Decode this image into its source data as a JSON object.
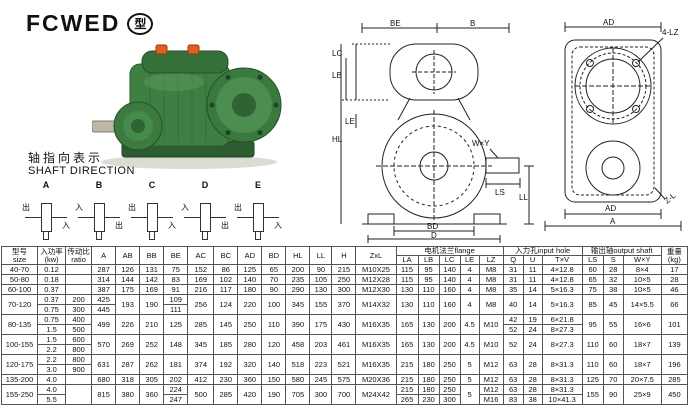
{
  "title": {
    "model": "FCWED",
    "badge": "型"
  },
  "colors": {
    "gearbox_green": "#3f7f43",
    "plug_orange": "#df5f1e",
    "line": "#222222"
  },
  "shaft_direction": {
    "zh": "轴指向表示",
    "en": "SHAFT DIRECTION"
  },
  "direction_tiles": [
    {
      "label": "A",
      "left": "出",
      "right": "入"
    },
    {
      "label": "B",
      "left": "入",
      "right": "出"
    },
    {
      "label": "C",
      "left": "出",
      "right": "入"
    },
    {
      "label": "D",
      "left": "入",
      "right": "出"
    },
    {
      "label": "E",
      "left": "出",
      "right": "入"
    }
  ],
  "drawings": {
    "front": {
      "be": "BE",
      "b": "B",
      "lc": "LC",
      "lb": "LB",
      "le": "LE",
      "hl": "HL",
      "wxy": "W×Y",
      "ls": "LS",
      "ll": "LL",
      "bd": "BD",
      "d": "D"
    },
    "side": {
      "ad_top": "AD",
      "lz": "4-LZ",
      "ad_bottom": "AD",
      "a": "A",
      "zl": "Z-L"
    }
  },
  "table": {
    "col_keys": [
      "size",
      "kw",
      "ratio",
      "A",
      "AB",
      "BB",
      "BE",
      "AC",
      "BC",
      "AD",
      "BD",
      "HL",
      "LL",
      "H",
      "ZxL",
      "LA",
      "LB",
      "LC",
      "LE",
      "LZ",
      "Q",
      "U",
      "TxV",
      "LS",
      "S",
      "WxY",
      "kg"
    ],
    "header_row1": [
      {
        "t": [
          "型号",
          "size"
        ],
        "rs": 2
      },
      {
        "t": [
          "入功率",
          "(kw)"
        ],
        "rs": 2
      },
      {
        "t": [
          "传动比",
          "ratio"
        ],
        "rs": 2
      },
      {
        "t": [
          "A"
        ],
        "rs": 2
      },
      {
        "t": [
          "AB"
        ],
        "rs": 2
      },
      {
        "t": [
          "BB"
        ],
        "rs": 2
      },
      {
        "t": [
          "BE"
        ],
        "rs": 2
      },
      {
        "t": [
          "AC"
        ],
        "rs": 2
      },
      {
        "t": [
          "BC"
        ],
        "rs": 2
      },
      {
        "t": [
          "AD"
        ],
        "rs": 2
      },
      {
        "t": [
          "BD"
        ],
        "rs": 2
      },
      {
        "t": [
          "HL"
        ],
        "rs": 2
      },
      {
        "t": [
          "LL"
        ],
        "rs": 2
      },
      {
        "t": [
          "H"
        ],
        "rs": 2
      },
      {
        "t": [
          "ZxL"
        ],
        "rs": 2
      },
      {
        "t": [
          "电机法兰flange"
        ],
        "cs": 5
      },
      {
        "t": [
          "入力孔input hole"
        ],
        "cs": 3
      },
      {
        "t": [
          "输出轴output shaft"
        ],
        "cs": 3
      },
      {
        "t": [
          "重量",
          "(kg)"
        ],
        "rs": 2
      }
    ],
    "header_row2": [
      "LA",
      "LB",
      "LC",
      "LE",
      "LZ",
      "Q",
      "U",
      "T×V",
      "LS",
      "S",
      "W×Y"
    ],
    "rows": [
      {
        "size": [
          "40-70"
        ],
        "kw": [
          "0.12"
        ],
        "ratio": [
          ""
        ],
        "A": [
          "287"
        ],
        "AB": [
          "126"
        ],
        "BB": [
          "131"
        ],
        "BE": [
          "75"
        ],
        "AC": [
          "152"
        ],
        "BC": [
          "86"
        ],
        "AD": [
          "125"
        ],
        "BD": [
          "65"
        ],
        "HL": [
          "200"
        ],
        "LL": [
          "90"
        ],
        "H": [
          "215"
        ],
        "ZxL": [
          "M10X25"
        ],
        "LA": [
          "115"
        ],
        "LB": [
          "95"
        ],
        "LC": [
          "140"
        ],
        "LE": [
          "4"
        ],
        "LZ": [
          "M8"
        ],
        "Q": [
          "31"
        ],
        "U": [
          "11"
        ],
        "TxV": [
          "4×12.8"
        ],
        "LS": [
          "60"
        ],
        "S": [
          "28"
        ],
        "WxY": [
          "8×4"
        ],
        "kg": [
          "17"
        ]
      },
      {
        "size": [
          "50-80"
        ],
        "kw": [
          "0.18"
        ],
        "ratio": [
          ""
        ],
        "A": [
          "314"
        ],
        "AB": [
          "144"
        ],
        "BB": [
          "142"
        ],
        "BE": [
          "83"
        ],
        "AC": [
          "169"
        ],
        "BC": [
          "102"
        ],
        "AD": [
          "140"
        ],
        "BD": [
          "70"
        ],
        "HL": [
          "235"
        ],
        "LL": [
          "105"
        ],
        "H": [
          "250"
        ],
        "ZxL": [
          "M12X28"
        ],
        "LA": [
          "115"
        ],
        "LB": [
          "95"
        ],
        "LC": [
          "140"
        ],
        "LE": [
          "4"
        ],
        "LZ": [
          "M8"
        ],
        "Q": [
          "31"
        ],
        "U": [
          "11"
        ],
        "TxV": [
          "4×12.8"
        ],
        "LS": [
          "65"
        ],
        "S": [
          "32"
        ],
        "WxY": [
          "10×5"
        ],
        "kg": [
          "28"
        ]
      },
      {
        "size": [
          "60-100"
        ],
        "kw": [
          "0.37"
        ],
        "ratio": [
          ""
        ],
        "A": [
          "387"
        ],
        "AB": [
          "175"
        ],
        "BB": [
          "169"
        ],
        "BE": [
          "91"
        ],
        "AC": [
          "216"
        ],
        "BC": [
          "117"
        ],
        "AD": [
          "180"
        ],
        "BD": [
          "90"
        ],
        "HL": [
          "290"
        ],
        "LL": [
          "130"
        ],
        "H": [
          "300"
        ],
        "ZxL": [
          "M12X30"
        ],
        "LA": [
          "130"
        ],
        "LB": [
          "110"
        ],
        "LC": [
          "160"
        ],
        "LE": [
          "4"
        ],
        "LZ": [
          "M8"
        ],
        "Q": [
          "35"
        ],
        "U": [
          "14"
        ],
        "TxV": [
          "5×16.3"
        ],
        "LS": [
          "75"
        ],
        "S": [
          "38"
        ],
        "WxY": [
          "10×5"
        ],
        "kg": [
          "46"
        ]
      },
      {
        "size": [
          "70-120"
        ],
        "kw": [
          "0.37",
          "0.75"
        ],
        "ratio": [
          "200",
          "300"
        ],
        "A": [
          "425",
          "445"
        ],
        "AB": [
          "193"
        ],
        "BB": [
          "190"
        ],
        "BE": [
          "109",
          "111"
        ],
        "AC": [
          "256"
        ],
        "BC": [
          "124"
        ],
        "AD": [
          "220"
        ],
        "BD": [
          "100"
        ],
        "HL": [
          "345"
        ],
        "LL": [
          "155"
        ],
        "H": [
          "370"
        ],
        "ZxL": [
          "M14X32"
        ],
        "LA": [
          "130"
        ],
        "LB": [
          "110"
        ],
        "LC": [
          "160"
        ],
        "LE": [
          "4"
        ],
        "LZ": [
          "M8"
        ],
        "Q": [
          "40"
        ],
        "U": [
          "14"
        ],
        "TxV": [
          "5×16.3"
        ],
        "LS": [
          "85"
        ],
        "S": [
          "45"
        ],
        "WxY": [
          "14×5.5"
        ],
        "kg": [
          "66"
        ]
      },
      {
        "size": [
          "80-135"
        ],
        "kw": [
          "0.75",
          "1.5"
        ],
        "ratio": [
          "400",
          "500"
        ],
        "A": [
          "499"
        ],
        "AB": [
          "226"
        ],
        "BB": [
          "210"
        ],
        "BE": [
          "125"
        ],
        "AC": [
          "285"
        ],
        "BC": [
          "145"
        ],
        "AD": [
          "250"
        ],
        "BD": [
          "110"
        ],
        "HL": [
          "390"
        ],
        "LL": [
          "175"
        ],
        "H": [
          "430"
        ],
        "ZxL": [
          "M16X35"
        ],
        "LA": [
          "165"
        ],
        "LB": [
          "130"
        ],
        "LC": [
          "200"
        ],
        "LE": [
          "4.5"
        ],
        "LZ": [
          "M10"
        ],
        "Q": [
          "42",
          "52"
        ],
        "U": [
          "19",
          "24"
        ],
        "TxV": [
          "6×21.8",
          "8×27.3"
        ],
        "LS": [
          "95"
        ],
        "S": [
          "55"
        ],
        "WxY": [
          "16×6"
        ],
        "kg": [
          "101"
        ]
      },
      {
        "size": [
          "100-155"
        ],
        "kw": [
          "1.5",
          "2.2"
        ],
        "ratio": [
          "600",
          "800"
        ],
        "A": [
          "570"
        ],
        "AB": [
          "269"
        ],
        "BB": [
          "252"
        ],
        "BE": [
          "148"
        ],
        "AC": [
          "345"
        ],
        "BC": [
          "185"
        ],
        "AD": [
          "280"
        ],
        "BD": [
          "120"
        ],
        "HL": [
          "458"
        ],
        "LL": [
          "203"
        ],
        "H": [
          "461"
        ],
        "ZxL": [
          "M16X35"
        ],
        "LA": [
          "165"
        ],
        "LB": [
          "130"
        ],
        "LC": [
          "200"
        ],
        "LE": [
          "4.5"
        ],
        "LZ": [
          "M10"
        ],
        "Q": [
          "52"
        ],
        "U": [
          "24"
        ],
        "TxV": [
          "8×27.3"
        ],
        "LS": [
          "110"
        ],
        "S": [
          "60"
        ],
        "WxY": [
          "18×7"
        ],
        "kg": [
          "139"
        ]
      },
      {
        "size": [
          "120-175"
        ],
        "kw": [
          "2.2",
          "3.0"
        ],
        "ratio": [
          "800",
          "900"
        ],
        "A": [
          "631"
        ],
        "AB": [
          "287"
        ],
        "BB": [
          "262"
        ],
        "BE": [
          "181"
        ],
        "AC": [
          "374"
        ],
        "BC": [
          "192"
        ],
        "AD": [
          "320"
        ],
        "BD": [
          "140"
        ],
        "HL": [
          "518"
        ],
        "LL": [
          "223"
        ],
        "H": [
          "521"
        ],
        "ZxL": [
          "M16X35"
        ],
        "LA": [
          "215"
        ],
        "LB": [
          "180"
        ],
        "LC": [
          "250"
        ],
        "LE": [
          "5"
        ],
        "LZ": [
          "M12"
        ],
        "Q": [
          "63"
        ],
        "U": [
          "28"
        ],
        "TxV": [
          "8×31.3"
        ],
        "LS": [
          "110"
        ],
        "S": [
          "60"
        ],
        "WxY": [
          "18×7"
        ],
        "kg": [
          "196"
        ]
      },
      {
        "size": [
          "135-200"
        ],
        "kw": [
          "4.0"
        ],
        "ratio": [
          ""
        ],
        "A": [
          "680"
        ],
        "AB": [
          "318"
        ],
        "BB": [
          "305"
        ],
        "BE": [
          "202"
        ],
        "AC": [
          "412"
        ],
        "BC": [
          "230"
        ],
        "AD": [
          "360"
        ],
        "BD": [
          "150"
        ],
        "HL": [
          "580"
        ],
        "LL": [
          "245"
        ],
        "H": [
          "575"
        ],
        "ZxL": [
          "M20X36"
        ],
        "LA": [
          "215"
        ],
        "LB": [
          "180"
        ],
        "LC": [
          "250"
        ],
        "LE": [
          "5"
        ],
        "LZ": [
          "M12"
        ],
        "Q": [
          "63"
        ],
        "U": [
          "28"
        ],
        "TxV": [
          "8×31.3"
        ],
        "LS": [
          "125"
        ],
        "S": [
          "70"
        ],
        "WxY": [
          "20×7.5"
        ],
        "kg": [
          "285"
        ]
      },
      {
        "size": [
          "155-250"
        ],
        "kw": [
          "4.0",
          "5.5"
        ],
        "ratio": [
          ""
        ],
        "A": [
          "815"
        ],
        "AB": [
          "380"
        ],
        "BB": [
          "360"
        ],
        "BE": [
          "224",
          "247"
        ],
        "AC": [
          "500"
        ],
        "BC": [
          "285"
        ],
        "AD": [
          "420"
        ],
        "BD": [
          "190"
        ],
        "HL": [
          "705"
        ],
        "LL": [
          "300"
        ],
        "H": [
          "700"
        ],
        "ZxL": [
          "M24X42"
        ],
        "LA": [
          "215",
          "265"
        ],
        "LB": [
          "180",
          "230"
        ],
        "LC": [
          "250",
          "300"
        ],
        "LE": [
          "5"
        ],
        "LZ": [
          "M12",
          "M16"
        ],
        "Q": [
          "63",
          "83"
        ],
        "U": [
          "28",
          "38"
        ],
        "TxV": [
          "8×31.3",
          "10×41.3"
        ],
        "LS": [
          "155"
        ],
        "S": [
          "90"
        ],
        "WxY": [
          "25×9"
        ],
        "kg": [
          "450"
        ]
      }
    ]
  }
}
